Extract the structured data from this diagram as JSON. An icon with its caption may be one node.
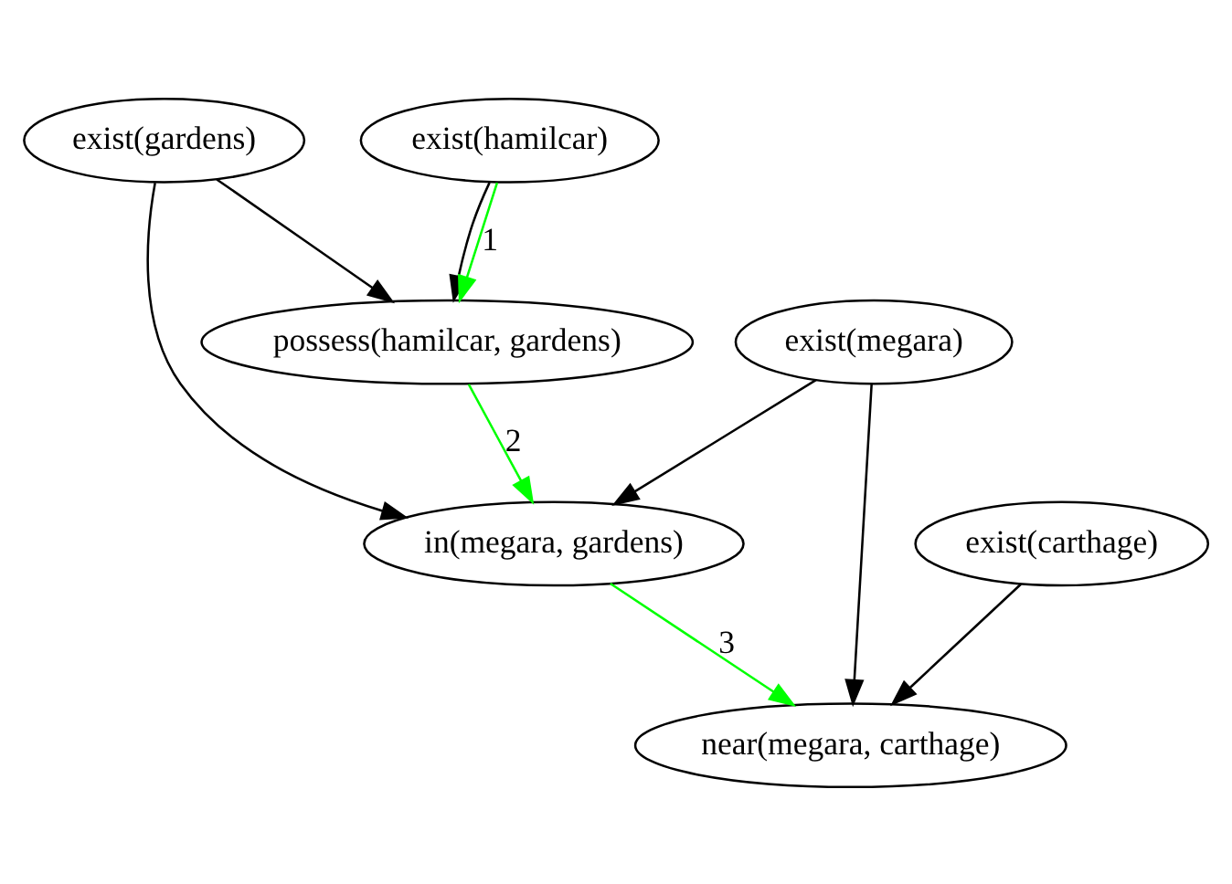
{
  "diagram": {
    "nodes": [
      {
        "text": [
          "exist(gardens)"
        ]
      },
      {
        "text": [
          "exist(hamilcar)"
        ]
      },
      {
        "text": [
          "exist(megara)"
        ]
      },
      {
        "text": [
          "possess(hamilcar, gardens)"
        ]
      },
      {
        "text": [
          "in(megara, gardens)"
        ]
      },
      {
        "text": [
          "exist(carthage)"
        ]
      },
      {
        "text": [
          "near(megara, carthage)"
        ]
      }
    ],
    "edges": [
      {
        "from": 0,
        "to": 3,
        "arrow": "to"
      },
      {
        "from": 0,
        "to": 4,
        "arrow": "to"
      },
      {
        "from": 1,
        "to": 3,
        "arrow": "to"
      },
      {
        "from": 1,
        "to": 3,
        "arrow": "to",
        "label": "1",
        "color": "#00ff00"
      },
      {
        "from": 2,
        "to": 4,
        "arrow": "to"
      },
      {
        "from": 3,
        "to": 4,
        "arrow": "to",
        "label": "2",
        "color": "#00ff00"
      },
      {
        "from": 2,
        "to": 6,
        "arrow": "to"
      },
      {
        "from": 4,
        "to": 6,
        "arrow": "to",
        "label": "3",
        "color": "#00ff00"
      },
      {
        "from": 5,
        "to": 6,
        "arrow": "to"
      }
    ]
  }
}
